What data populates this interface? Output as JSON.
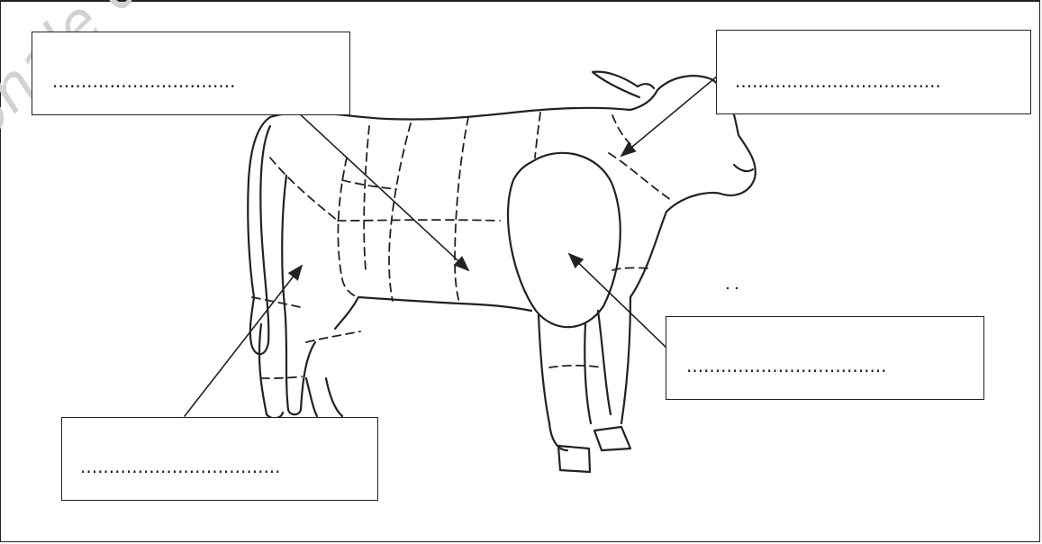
{
  "watermark": {
    "text": "ionale des Suje"
  },
  "labels": [
    {
      "id": "label-top-left",
      "text": "................................"
    },
    {
      "id": "label-top-right",
      "text": "...................................."
    },
    {
      "id": "label-bottom-left",
      "text": "..................................."
    },
    {
      "id": "label-bottom-right",
      "text": "..................................."
    }
  ],
  "colors": {
    "line": "#222222",
    "watermark": "#d2d2d2"
  },
  "icons": {
    "animal": "cow-outline-icon"
  }
}
